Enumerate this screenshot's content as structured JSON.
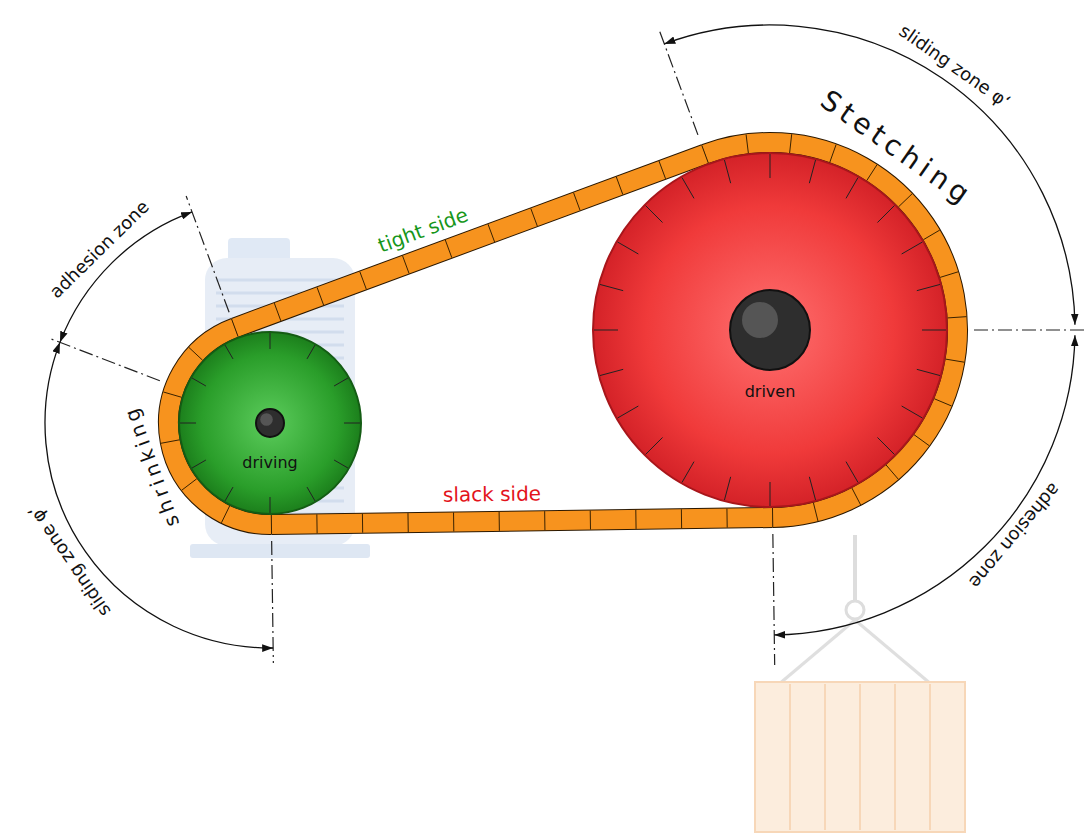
{
  "diagram": {
    "nodes": [
      {
        "text": [
          "driving"
        ]
      },
      {
        "text": [
          "driven"
        ]
      }
    ],
    "edges": [
      {
        "from": 0,
        "to": 1,
        "arrow": "none",
        "label": "tight side"
      },
      {
        "from": 0,
        "to": 1,
        "arrow": "none",
        "label": "slack side"
      }
    ],
    "labels": [
      "sliding zone φ‘",
      "adhesion zone",
      "Stetching",
      "shrinking",
      "adhesion zone",
      "sliding zone φ‘"
    ]
  }
}
